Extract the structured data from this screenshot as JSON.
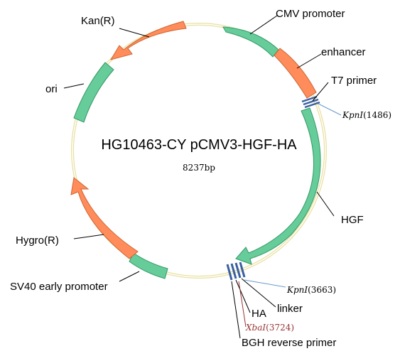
{
  "title": "HG10463-CY pCMV3-HGF-HA",
  "size": "8237bp",
  "features": {
    "cmv": "CMV promoter",
    "enhancer": "enhancer",
    "t7": "T7 primer",
    "hgf": "HGF",
    "linker": "linker",
    "ha": "HA",
    "bgh": "BGH reverse primer",
    "sv40": "SV40 early promoter",
    "hygro": "Hygro(R)",
    "ori": "ori",
    "kan": "Kan(R)"
  },
  "sites": {
    "kpn1": {
      "name": "KpnI",
      "pos": "(1486)"
    },
    "kpn2": {
      "name": "KpnI",
      "pos": "(3663)"
    },
    "xba": {
      "name": "XbaI",
      "pos": "(3724)"
    }
  },
  "colors": {
    "promoter_green": "#66CC99",
    "gene_orange": "#FF8C5A",
    "backbone": "#F0EBB0",
    "site_blue": "#3A5FA0",
    "site_line": "#6699CC",
    "xba_red": "#993333"
  }
}
